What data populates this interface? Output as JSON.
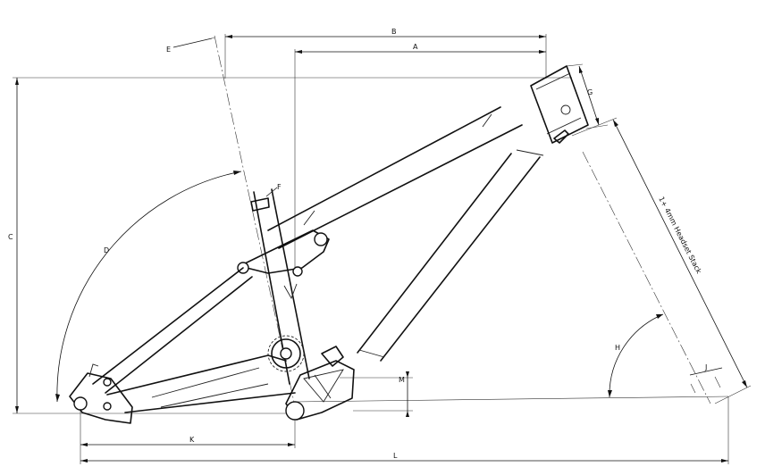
{
  "labels": {
    "A": "A",
    "B": "B",
    "C": "C",
    "D": "D",
    "E": "E",
    "F": "F",
    "G": "G",
    "H": "H",
    "J": "J",
    "K": "K",
    "L": "L",
    "M": "M"
  },
  "headset_note": "1+ 4mm Headset Stack"
}
